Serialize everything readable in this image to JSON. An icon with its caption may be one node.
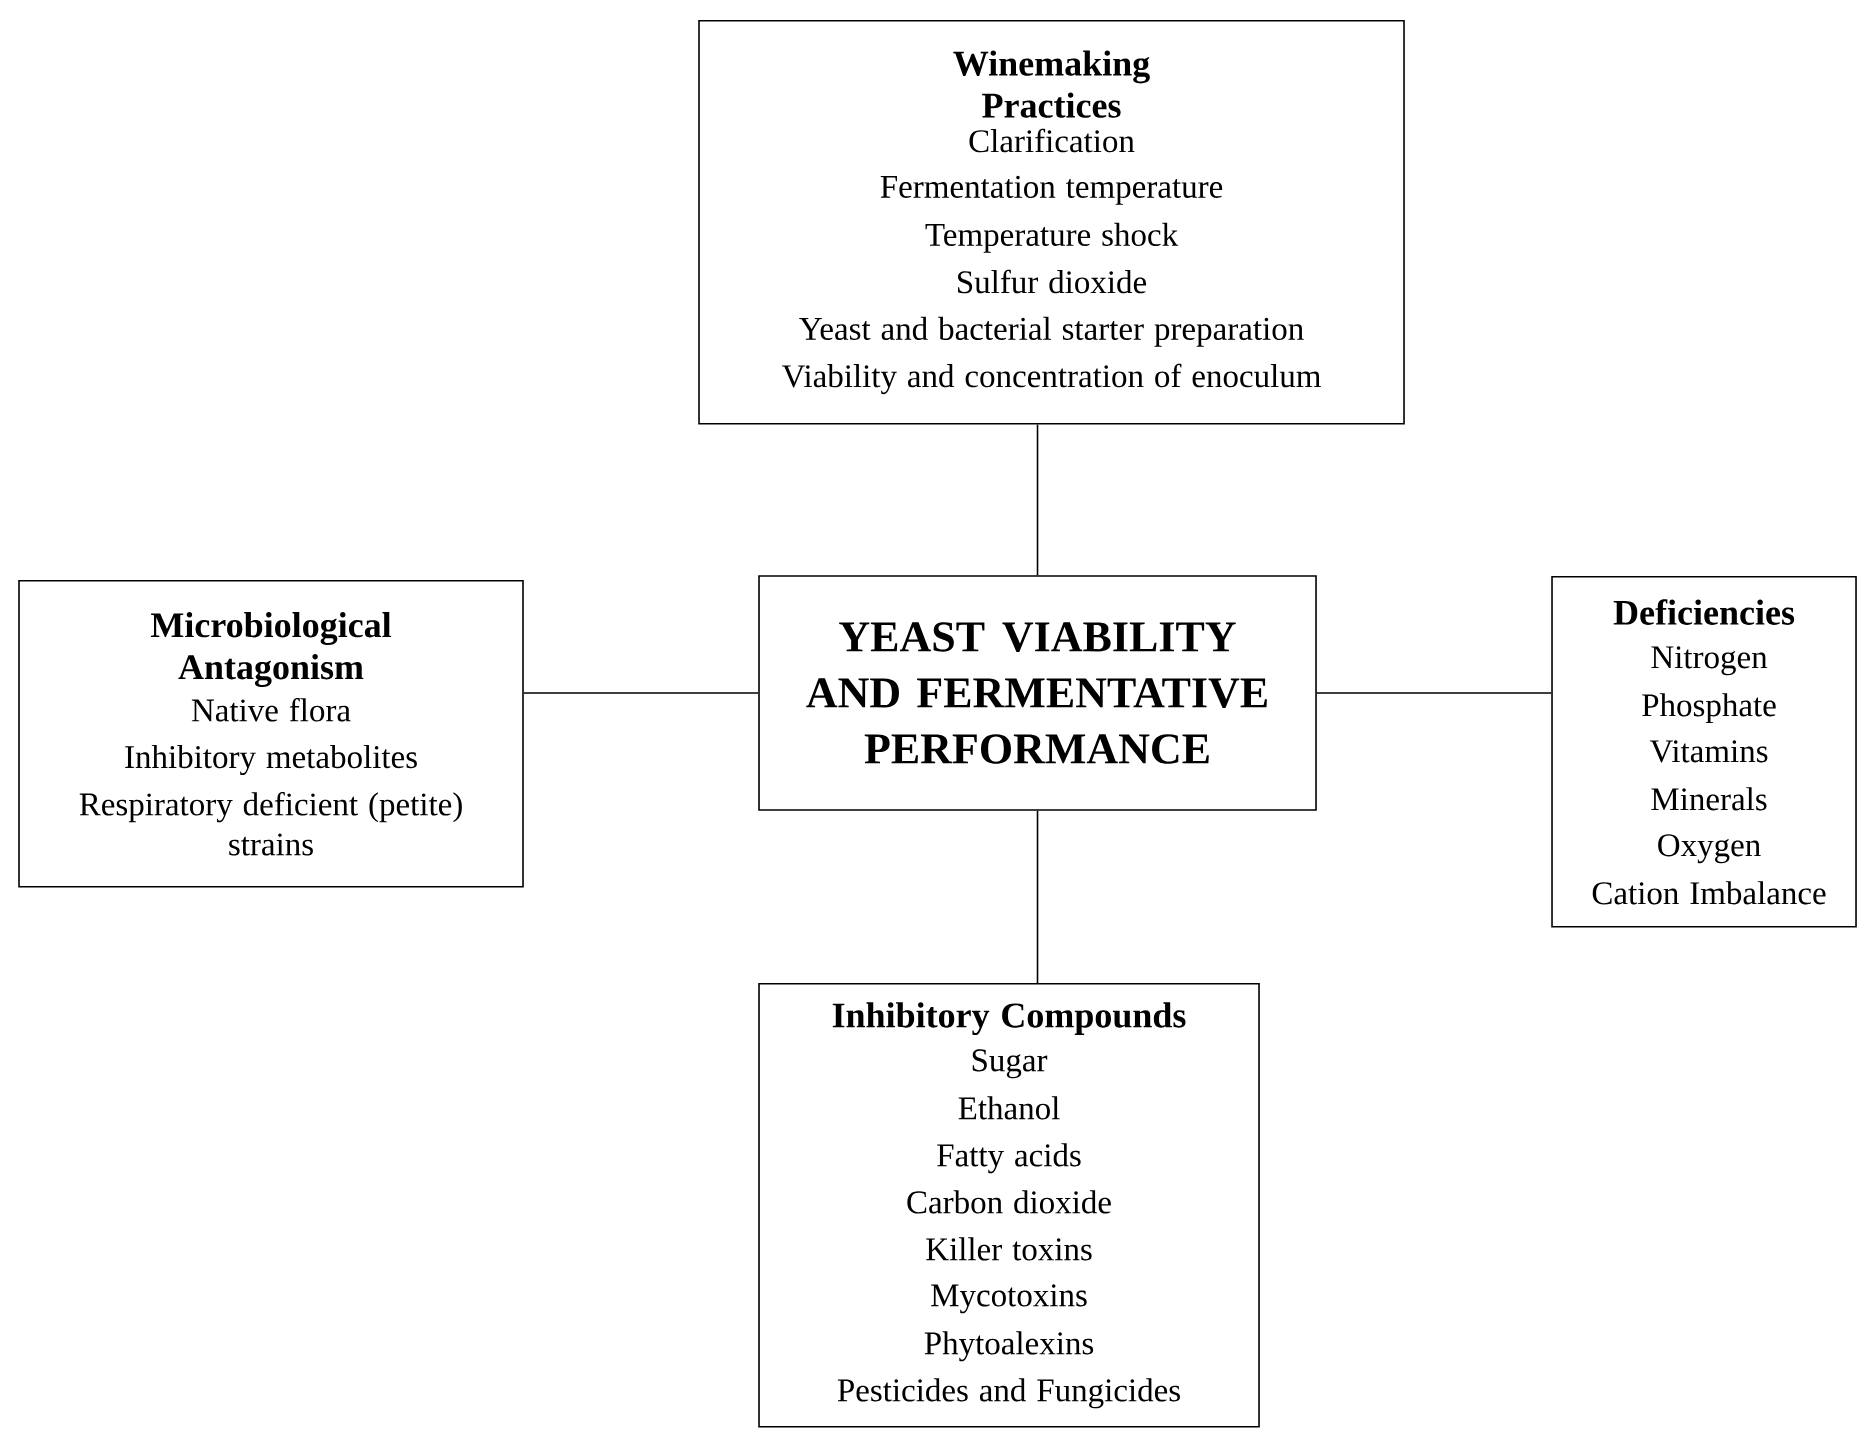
{
  "diagram": {
    "nodes": [
      {
        "text": [
          "Winemaking Practices",
          "Clarification",
          "Fermentation temperature",
          "Temperature shock",
          "Sulfur dioxide",
          "Yeast and bacterial starter preparation",
          "Viability and concentration of enoculum"
        ]
      },
      {
        "text": [
          "Microbiological Antagonism",
          "Native flora",
          "Inhibitory metabolites",
          "Respiratory deficient (petite) strains"
        ]
      },
      {
        "text": [
          "YEAST VIABILITY AND FERMENTATIVE PERFORMANCE"
        ]
      },
      {
        "text": [
          "Deficiencies",
          "Nitrogen",
          "Phosphate",
          "Vitamins",
          "Minerals",
          "Oxygen",
          "Cation Imbalance"
        ]
      },
      {
        "text": [
          "Inhibitory Compounds",
          "Sugar",
          "Ethanol",
          "Fatty acids",
          "Carbon dioxide",
          "Killer toxins",
          "Mycotoxins",
          "Phytoalexins",
          "Pesticides and Fungicides"
        ]
      }
    ],
    "edges": [
      {
        "from": 2,
        "to": 0,
        "arrow": "none"
      },
      {
        "from": 2,
        "to": 1,
        "arrow": "none"
      },
      {
        "from": 2,
        "to": 3,
        "arrow": "none"
      },
      {
        "from": 2,
        "to": 4,
        "arrow": "none"
      }
    ]
  }
}
